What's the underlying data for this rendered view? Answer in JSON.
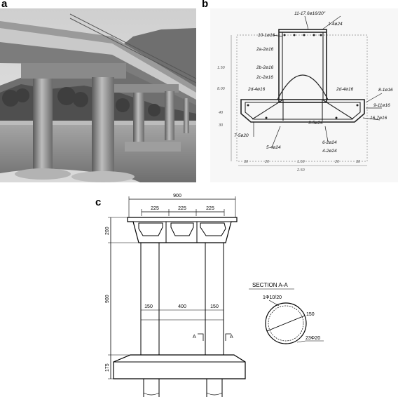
{
  "panels": {
    "a": "a",
    "b": "b",
    "c": "c"
  },
  "sketch_labels": {
    "top_bar": "11-17.6ø16/20\"",
    "bar_1": "1-4ø24",
    "bar_10": "10-1ø16",
    "bar_2a": "2a-2ø16",
    "bar_2b": "2b-2ø16",
    "bar_2c": "2c-2ø16",
    "bar_2d_left": "2d-4ø16",
    "bar_2d_right": "2d-4ø16",
    "bar_8": "8-1ø16",
    "bar_9": "9-11ø16",
    "bar_16": "16-7ø16",
    "bar_7": "7-5ø20",
    "bar_3": "3-5ø24",
    "bar_5": "5-4ø24",
    "bar_6": "6-2ø24",
    "bar_4": "4-2ø24",
    "dim_150": "1.50",
    "dim_800": "8.00",
    "dim_40": "40",
    "dim_30": "30",
    "dim_bottom_30l": "30",
    "dim_bottom_20": "20",
    "dim_bottom_150": "1.50",
    "dim_bottom_20r": "20",
    "dim_bottom_30r": "30",
    "dim_total": "2.50"
  },
  "drawing": {
    "top_dim": "900",
    "sub_dims": [
      "225",
      "225",
      "225"
    ],
    "left_dims": [
      "200",
      "900",
      "175"
    ],
    "column_dims": [
      "150",
      "400",
      "150"
    ],
    "section_marker": "A",
    "section_marker_right": "A",
    "section_title": "SECTION A-A",
    "hoop_label": "1Φ10/20",
    "diameter": "150",
    "bars_label": "23Φ20"
  }
}
